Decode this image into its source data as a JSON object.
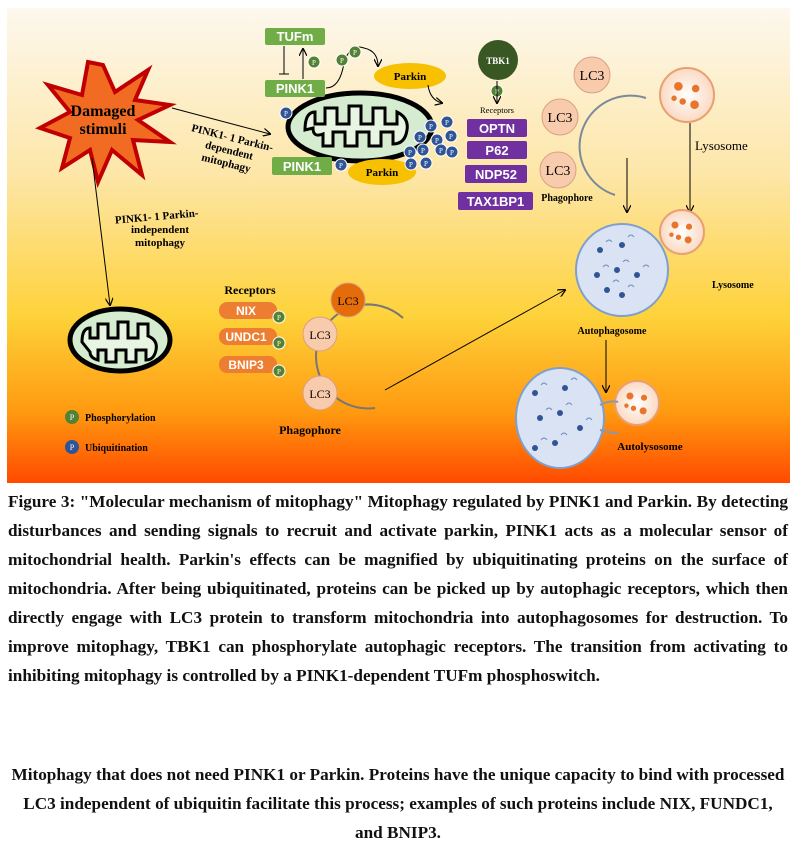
{
  "diagram": {
    "stimulus": [
      "Damaged",
      "stimuli"
    ],
    "path_dependent": [
      "PINK1- 1 Parkin-",
      "dependent",
      "mitophagy"
    ],
    "path_independent": [
      "PINK1- 1 Parkin-",
      "independent",
      "mitophagy"
    ],
    "tufm": "TUFm",
    "pink1_top": "PINK1",
    "pink1_bottom": "PINK1",
    "parkin_top": "Parkin",
    "parkin_bottom": "Parkin",
    "p": "P",
    "tbk1": "TBK1",
    "receptors_top": "Receptors",
    "ub_receptors": [
      "OPTN",
      "P62",
      "NDP52",
      "TAX1BP1"
    ],
    "lc3": "LC3",
    "phagophore": "Phagophore",
    "lysosome": "Lysosome",
    "autophagosome": "Autophagosome",
    "autolysosome": "Autolysosome",
    "receptors_bottom": "Receptors",
    "independent_receptors": [
      "NIX",
      "UNDC1",
      "BNIP3"
    ],
    "legend": {
      "phosphorylation": "Phosphorylation",
      "ubiquitination": "Ubiquitination"
    },
    "colors": {
      "green": "#70ad47",
      "purple": "#7030a0",
      "orange": "#ed7d31",
      "blue_p": "#2f5597",
      "tbk1": "#385723",
      "lc3": "#f8cbad"
    }
  },
  "caption": {
    "main": "Figure 3: \"Molecular mechanism of mitophagy\" Mitophagy regulated by PINK1 and Parkin. By detecting disturbances and sending signals to recruit and activate parkin, PINK1 acts as a molecular sensor of mitochondrial health. Parkin's effects can be magnified by ubiquitinating proteins on the surface of mitochondria. After being ubiquitinated, proteins can be picked up by autophagic receptors, which then directly engage with LC3 protein to transform mitochondria into autophagosomes for destruction. To improve mitophagy, TBK1 can phosphorylate autophagic receptors. The transition from activating to inhibiting mitophagy is controlled by a PINK1-dependent TUFm phosphoswitch.",
    "second": "Mitophagy that does not need PINK1 or Parkin. Proteins have the unique capacity to bind with processed LC3 independent of ubiquitin facilitate this process; examples of such proteins include NIX, FUNDC1, and BNIP3."
  }
}
